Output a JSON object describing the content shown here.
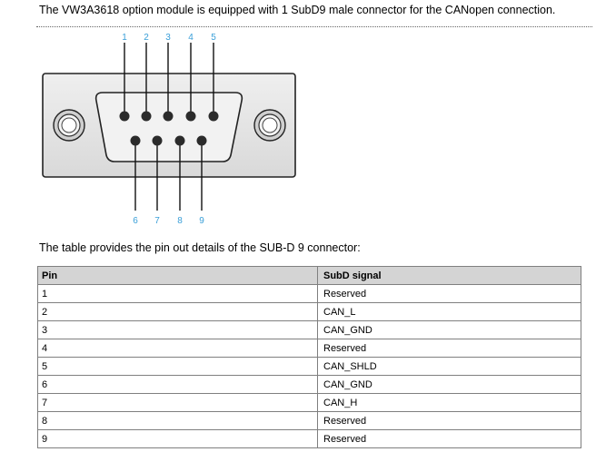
{
  "intro_text": "The VW3A3618 option module is equipped with 1 SubD9 male connector for the CANopen connection.",
  "diagram": {
    "top_pins": [
      "1",
      "2",
      "3",
      "4",
      "5"
    ],
    "bottom_pins": [
      "6",
      "7",
      "8",
      "9"
    ],
    "pin_label_color": "#3a9fd8"
  },
  "table_caption": "The table provides the pin out details of the SUB-D 9 connector:",
  "table": {
    "headers": [
      "Pin",
      "SubD signal"
    ],
    "rows": [
      [
        "1",
        "Reserved"
      ],
      [
        "2",
        "CAN_L"
      ],
      [
        "3",
        "CAN_GND"
      ],
      [
        "4",
        "Reserved"
      ],
      [
        "5",
        "CAN_SHLD"
      ],
      [
        "6",
        "CAN_GND"
      ],
      [
        "7",
        "CAN_H"
      ],
      [
        "8",
        "Reserved"
      ],
      [
        "9",
        "Reserved"
      ]
    ]
  }
}
